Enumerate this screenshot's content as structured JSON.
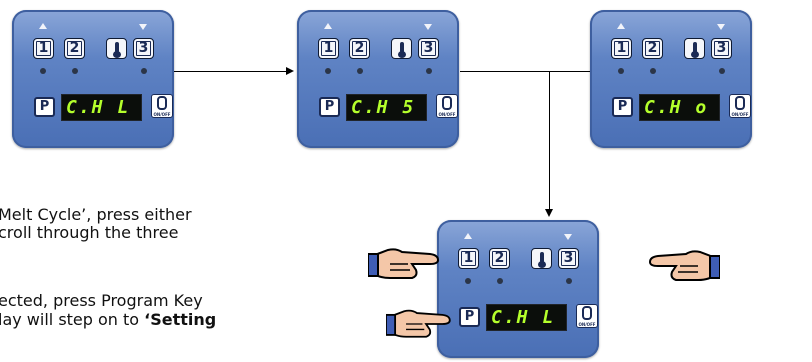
{
  "keys": {
    "k1": "1",
    "k2": "2",
    "k3": "3",
    "program": "P",
    "onoff_label": "ON/OFF"
  },
  "panels": {
    "top_left": {
      "display": "C.H L"
    },
    "top_middle": {
      "display": "C.H 5"
    },
    "top_right": {
      "display": "C.H o"
    },
    "bottom": {
      "display": "C.H L"
    }
  },
  "instructions": {
    "line1": "Melt Cycle’, press either",
    "line2": "croll through the three",
    "line3": "ected, press Program Key",
    "line4_prefix": "lay will step on to ",
    "line4_bold": "‘Setting"
  },
  "colors": {
    "panel": "#5f83c4",
    "display_text": "#b4ff2c"
  },
  "icons": [
    "thermometer-icon",
    "on-off-icon",
    "pointing-hand-icon",
    "up-arrow-icon",
    "down-arrow-icon"
  ]
}
